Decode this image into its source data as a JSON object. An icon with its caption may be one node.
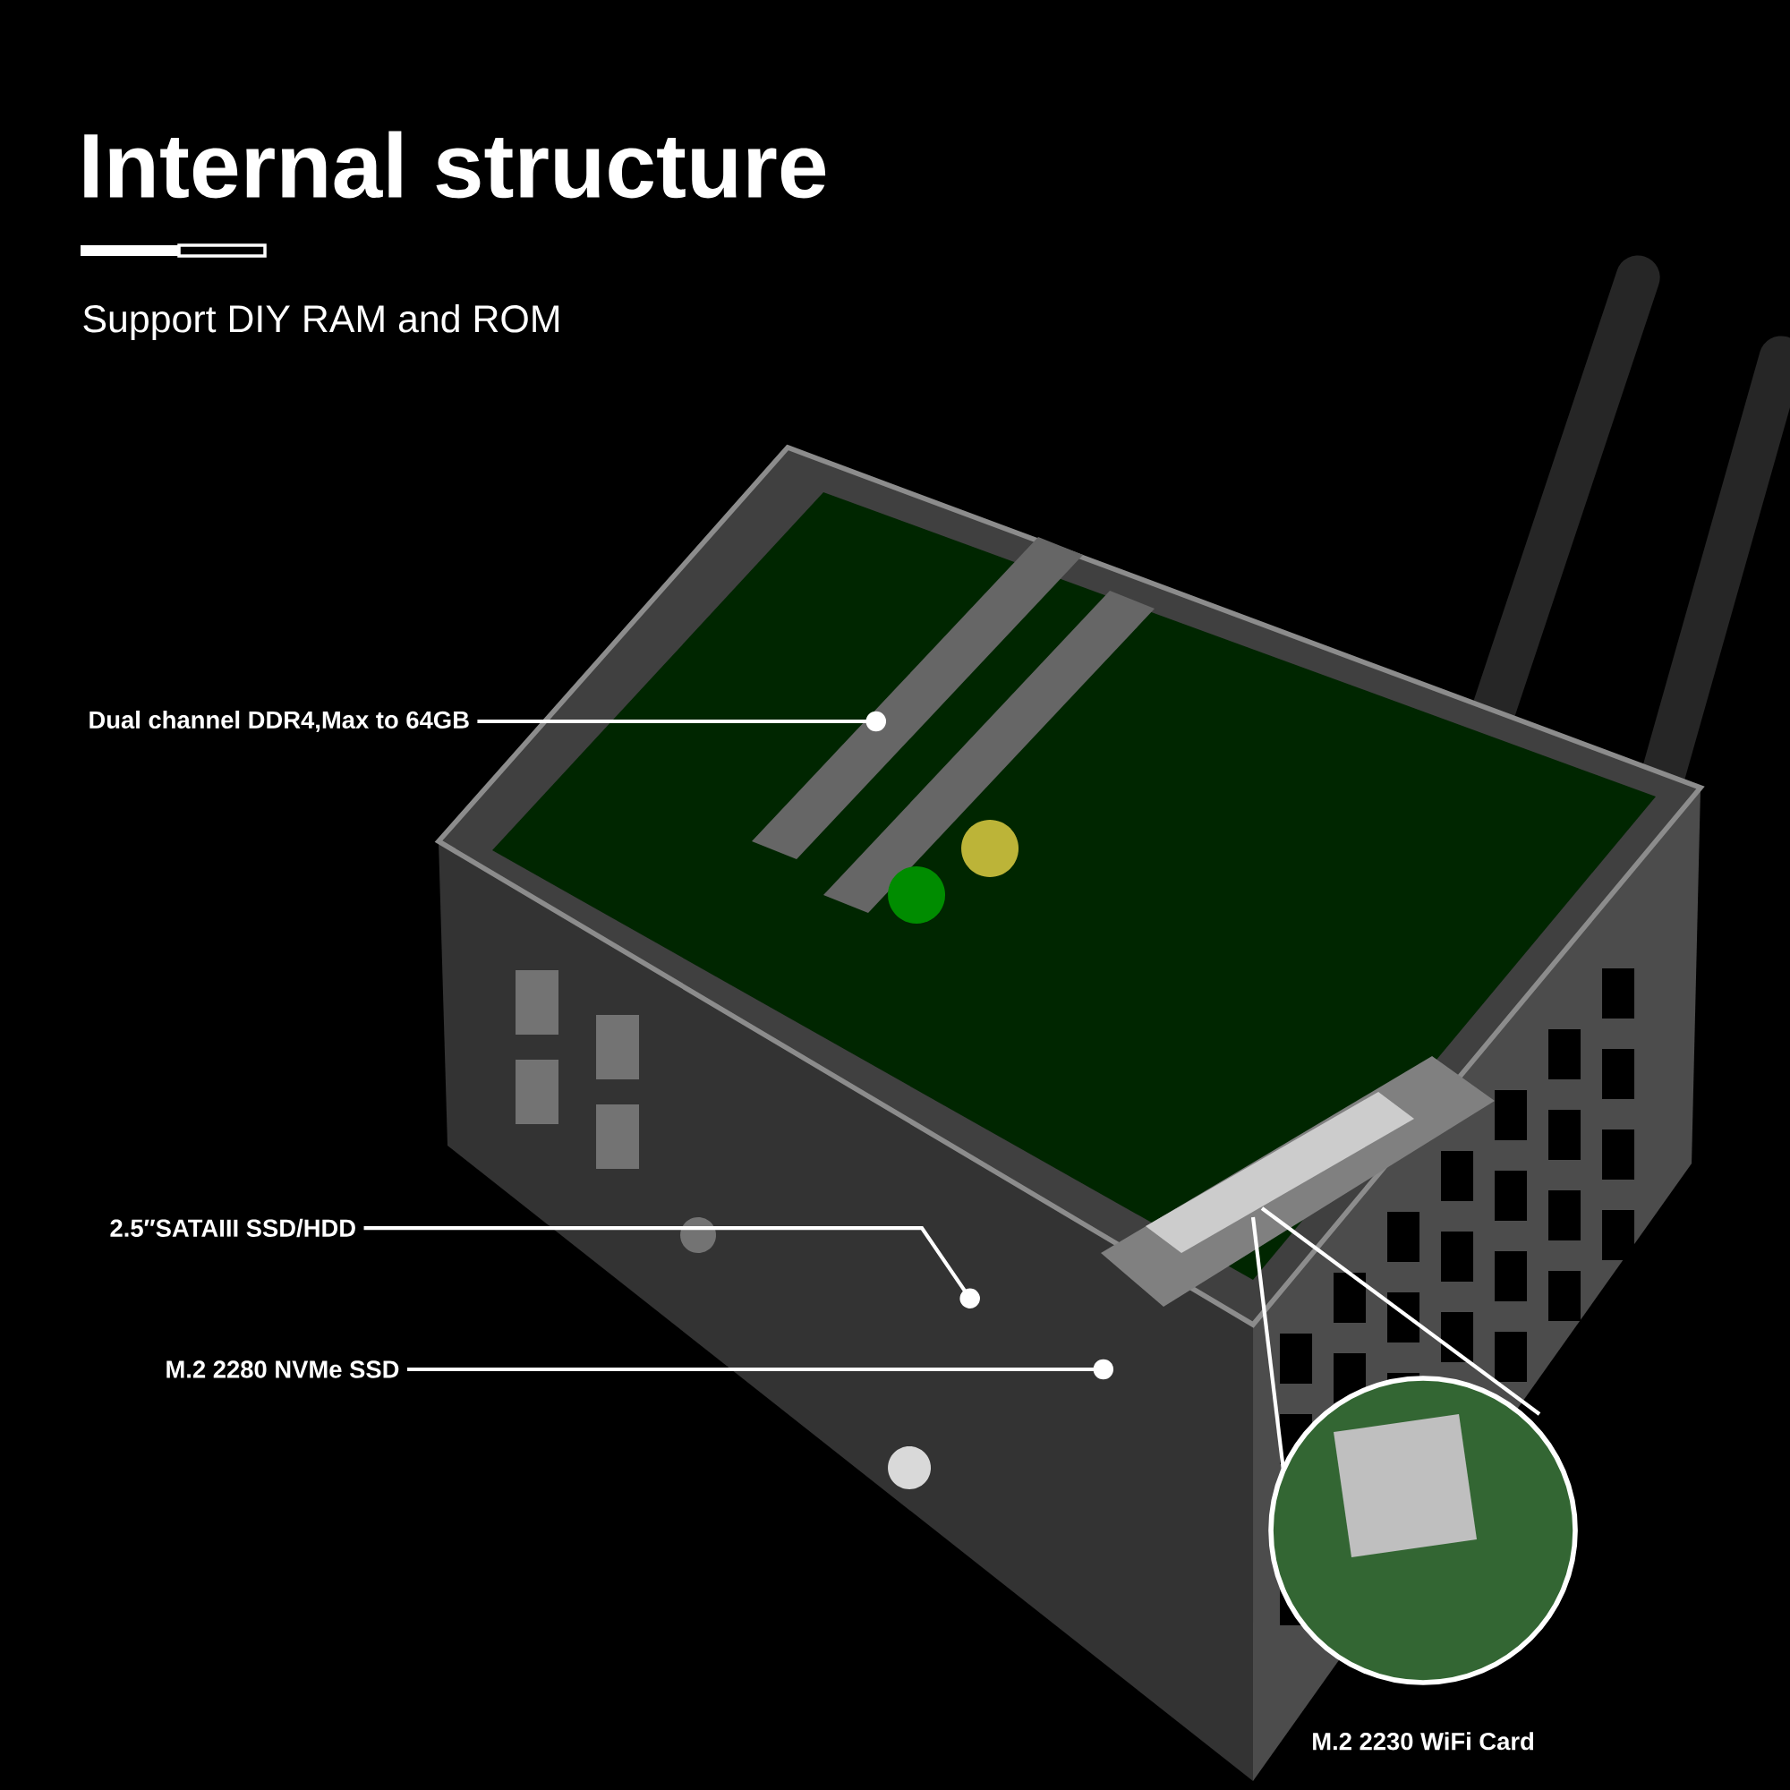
{
  "diagram": {
    "title": "Internal structure",
    "nodes": [
      {
        "text": [
          "Dual channel DDR4,Max to 64GB"
        ]
      },
      {
        "text": [
          "2.5″SATAIII SSD/HDD"
        ]
      },
      {
        "text": [
          "M.2 2280 NVMe SSD"
        ]
      },
      {
        "text": [],
        "shape": "circle",
        "beside": [
          "M.2 2230 WiFi Card"
        ]
      }
    ],
    "edges": [
      {
        "from": 0,
        "to": null,
        "arrow": "other"
      },
      {
        "from": 1,
        "to": null,
        "arrow": "other"
      },
      {
        "from": 2,
        "to": null,
        "arrow": "other"
      }
    ],
    "labels": [
      "Support DIY RAM and ROM"
    ]
  }
}
